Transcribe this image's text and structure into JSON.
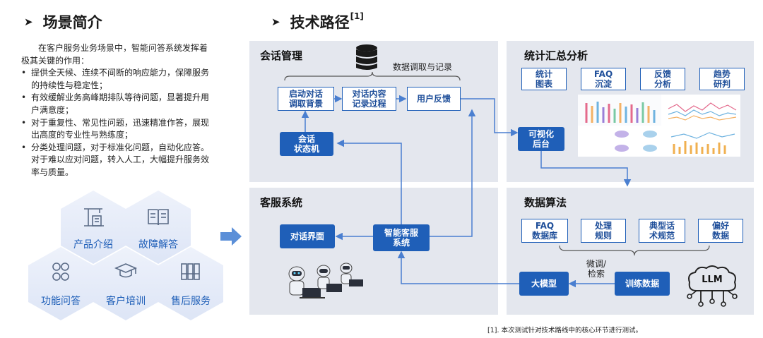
{
  "left": {
    "title": "场景简介",
    "intro_lines": [
      "在客户服务业务场景中，智能问答系统发挥着",
      "极其关键的作用："
    ],
    "bullets": [
      [
        "提供全天候、连续不间断的响应能力，保障服务",
        "的持续性与稳定性；"
      ],
      [
        "有效缓解业务高峰期排队等待问题，显著提升用",
        "户满意度；"
      ],
      [
        "对于重复性、常见性问题，迅速精准作答，展现",
        "出高度的专业性与熟练度；"
      ],
      [
        "分类处理问题，对于标准化问题，自动化应答。",
        "对于难以应对问题，转入人工，大幅提升服务效",
        "率与质量。"
      ]
    ],
    "hexes": [
      "产品介绍",
      "故障解答",
      "功能问答",
      "客户培训",
      "售后服务"
    ],
    "hex_icons": [
      "crane-building-icon",
      "open-book-icon",
      "feature-grid-icon",
      "graduation-cap-icon",
      "binders-icon"
    ]
  },
  "right": {
    "title": "技术路径",
    "title_sup": "[1]",
    "footnote": "[1]. 本次测试针对技术路线中的核心环节进行测试。"
  },
  "session_panel": {
    "title": "会话管理",
    "db_caption": "数据调取与记录",
    "nodes": [
      "启动对话\n调取背景",
      "对话内容\n记录过程",
      "用户反馈"
    ],
    "state_machine": "会话\n状态机"
  },
  "stats_panel": {
    "title": "统计汇总分析",
    "tags": [
      "统计\n图表",
      "FAQ\n沉淀",
      "反馈\n分析",
      "趋势\n研判"
    ],
    "visual_backend": "可视化\n后台"
  },
  "service_panel": {
    "title": "客服系统",
    "dialog_ui": "对话界面",
    "smart_system": "智能客服\n系统"
  },
  "algo_panel": {
    "title": "数据算法",
    "tags": [
      "FAQ\n数据库",
      "处理\n规则",
      "典型话\n术规范",
      "偏好\n数据"
    ],
    "finetune_label": "微调/\n检索",
    "llm_node": "大模型",
    "train_node": "训练数据",
    "llm_logo": "LLM"
  },
  "colors": {
    "accent": "#1f5fb8",
    "panel_bg": "#e4e7ee",
    "hex_text": "#1f5fb8",
    "line": "#4a7fd0"
  }
}
